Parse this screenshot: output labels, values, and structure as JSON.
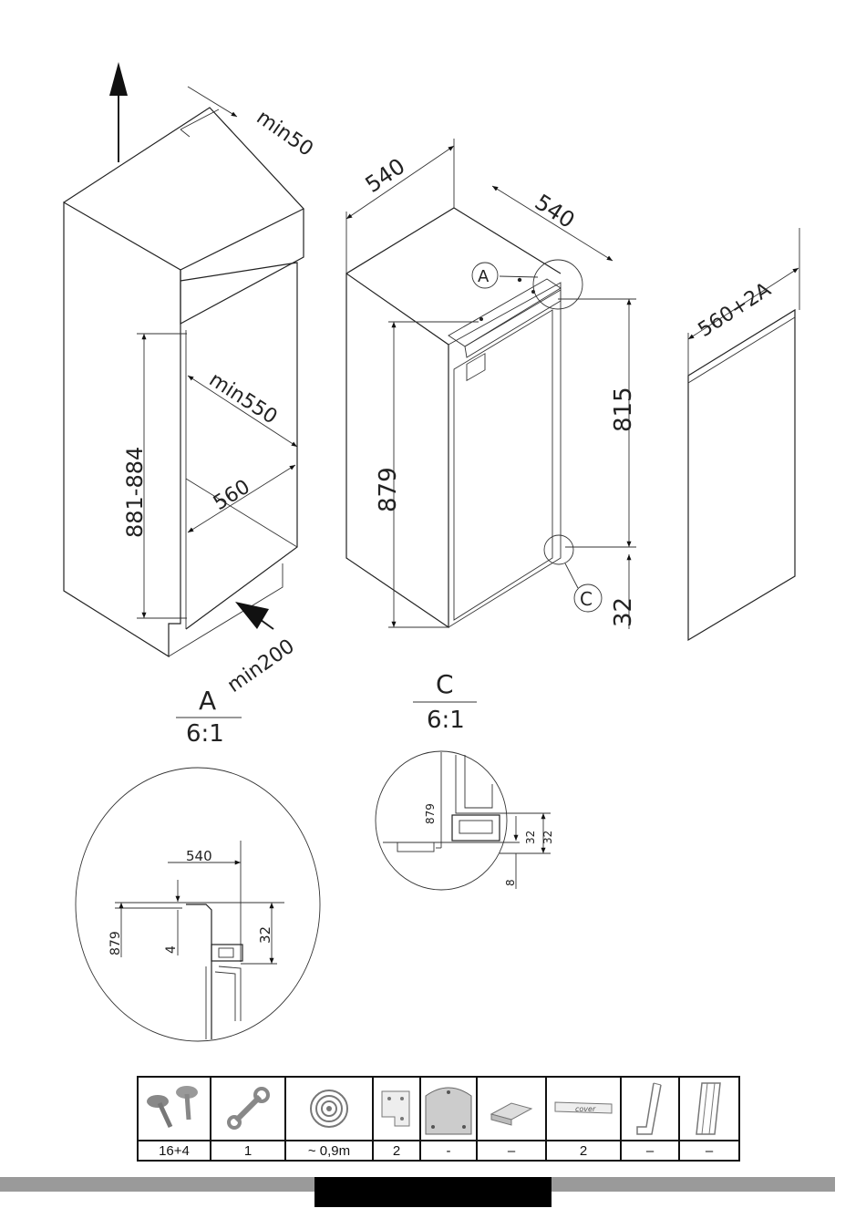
{
  "labels": {
    "top_clearance": "min50",
    "niche_height": "881-884",
    "niche_depth": "min550",
    "niche_width": "560",
    "bottom_vent": "min200",
    "unit_width": "540",
    "unit_depth": "540",
    "unit_height": "879",
    "hinge_height": "815",
    "bottom_gap": "32",
    "door_width": "560+2A",
    "callout_a": "A",
    "callout_c": "C"
  },
  "detail_a": {
    "title": "A",
    "scale": "6:1",
    "dim_width": "540",
    "dim_height": "879",
    "dim_offset": "4",
    "dim_gap": "32"
  },
  "detail_c": {
    "title": "C",
    "scale": "6:1",
    "dim_height": "879",
    "dim_gap": "32",
    "dim_base": "8"
  },
  "parts": [
    {
      "icon": "screws-icon",
      "qty": "16+4"
    },
    {
      "icon": "wrench-icon",
      "qty": "1"
    },
    {
      "icon": "seal-tape-roll-icon",
      "qty": "~ 0,9m"
    },
    {
      "icon": "hinge-plate-icon",
      "qty": "2"
    },
    {
      "icon": "mounting-plate-icon",
      "qty": "-"
    },
    {
      "icon": "bracket-icon",
      "qty": "–"
    },
    {
      "icon": "cover-strip-icon",
      "qty": "2",
      "text": "cover"
    },
    {
      "icon": "corner-profile-icon",
      "qty": "–"
    },
    {
      "icon": "rail-profile-icon",
      "qty": "–"
    }
  ]
}
